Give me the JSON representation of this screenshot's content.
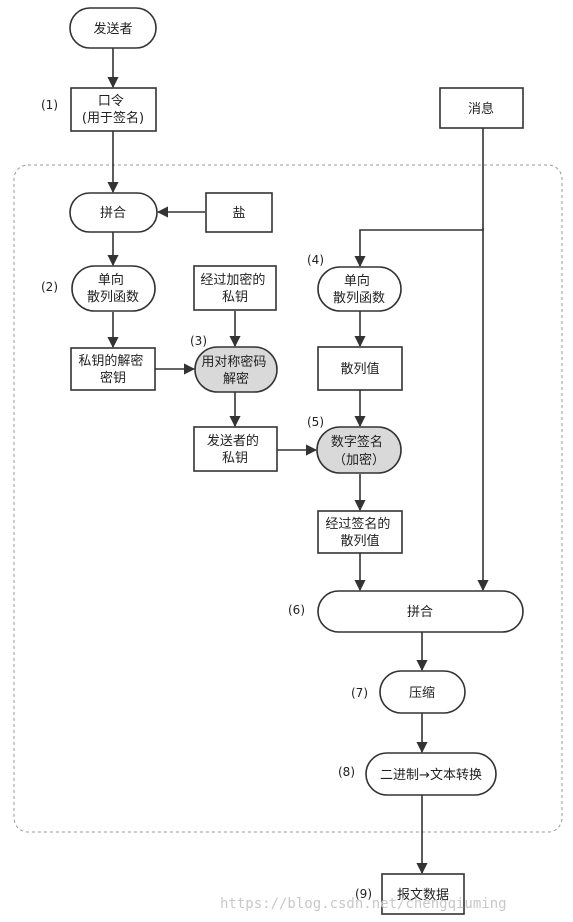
{
  "nodes": {
    "sender": {
      "lines": [
        "发送者"
      ]
    },
    "password": {
      "lines": [
        "口令",
        "(用于签名)"
      ]
    },
    "message": {
      "lines": [
        "消息"
      ]
    },
    "concat1": {
      "lines": [
        "拼合"
      ]
    },
    "salt": {
      "lines": [
        "盐"
      ]
    },
    "hash1": {
      "lines": [
        "单向",
        "散列函数"
      ]
    },
    "enc_private_key": {
      "lines": [
        "经过加密的",
        "私钥"
      ]
    },
    "hash2": {
      "lines": [
        "单向",
        "散列函数"
      ]
    },
    "decrypt_key": {
      "lines": [
        "私钥的解密",
        "密钥"
      ]
    },
    "sym_decrypt": {
      "lines": [
        "用对称密码",
        "解密"
      ]
    },
    "hash_value": {
      "lines": [
        "散列值"
      ]
    },
    "sender_private_key": {
      "lines": [
        "发送者的",
        "私钥"
      ]
    },
    "digital_sign": {
      "lines": [
        "数字签名",
        "（加密）"
      ]
    },
    "signed_hash": {
      "lines": [
        "经过签名的",
        "散列值"
      ]
    },
    "concat2": {
      "lines": [
        "拼合"
      ]
    },
    "compress": {
      "lines": [
        "压缩"
      ]
    },
    "bin_to_text": {
      "lines": [
        "二进制→文本转换"
      ]
    },
    "message_data": {
      "lines": [
        "报文数据"
      ]
    }
  },
  "steps": [
    "(1)",
    "(2)",
    "(3)",
    "(4)",
    "(5)",
    "(6)",
    "(7)",
    "(8)",
    "(9)"
  ],
  "watermark": "https://blog.csdn.net/chengqiuming",
  "colors": {
    "stroke": "#333333",
    "shaded_fill": "#d9d9d9",
    "dashed_border": "#9a9a9a"
  }
}
